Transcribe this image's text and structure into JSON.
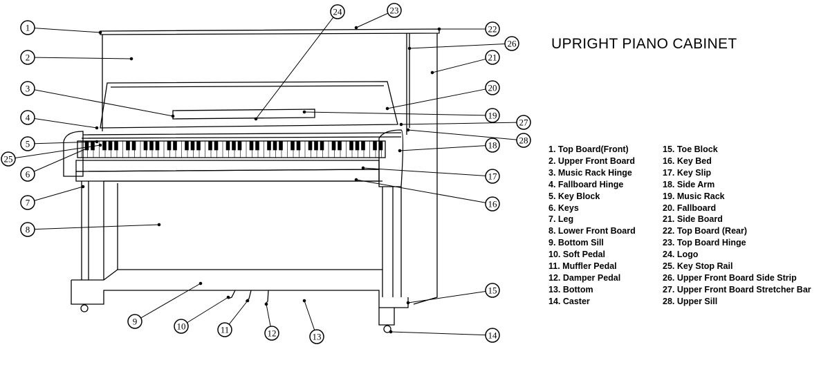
{
  "title": "UPRIGHT PIANO CABINET",
  "legend_left": [
    "1. Top Board(Front)",
    "2. Upper Front Board",
    "3. Music Rack Hinge",
    "4. Fallboard Hinge",
    "5. Key Block",
    "6. Keys",
    "7. Leg",
    "8. Lower Front Board",
    "9. Bottom Sill",
    "10. Soft Pedal",
    "11. Muffler Pedal",
    "12. Damper Pedal",
    "13. Bottom",
    "14. Caster"
  ],
  "legend_right": [
    "15. Toe Block",
    "16. Key Bed",
    "17. Key Slip",
    "18. Side Arm",
    "19. Music Rack",
    "20. Fallboard",
    "21. Side Board",
    "22. Top Board (Rear)",
    "23. Top Board Hinge",
    "24. Logo",
    "25. Key Stop Rail",
    "26. Upper Front Board Side Strip",
    "27. Upper Front Board Stretcher Bar",
    "28. Upper Sill"
  ],
  "callouts": [
    "1",
    "2",
    "3",
    "4",
    "5",
    "25",
    "6",
    "7",
    "8",
    "9",
    "10",
    "11",
    "12",
    "13",
    "14",
    "15",
    "16",
    "17",
    "18",
    "28",
    "27",
    "19",
    "20",
    "21",
    "26",
    "22",
    "23",
    "24"
  ]
}
